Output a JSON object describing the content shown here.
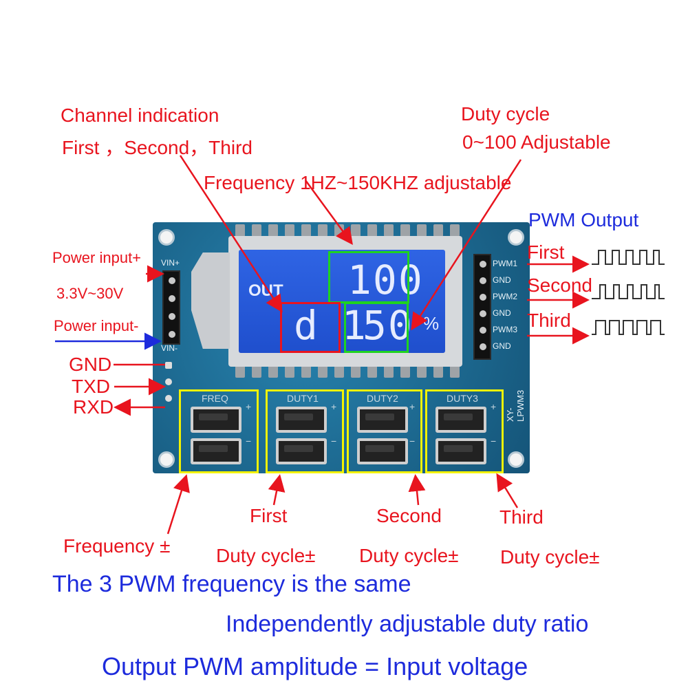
{
  "annotations": {
    "channel_indication_title": "Channel indication",
    "channel_indication_values": "First ，Second，Third",
    "duty_cycle_title": "Duty cycle",
    "duty_cycle_range": "0~100 Adjustable",
    "frequency_range": "Frequency 1HZ~150KHZ  adjustable",
    "pwm_output": "PWM Output",
    "pwm_first": "First",
    "pwm_second": "Second",
    "pwm_third": "Third",
    "power_input_plus": "Power input+",
    "voltage_range": "3.3V~30V",
    "power_input_minus": "Power input-",
    "gnd": "GND",
    "txd": "TXD",
    "rxd": "RXD",
    "first": "First",
    "second": "Second",
    "third": "Third",
    "frequency_pm": "Frequency ±",
    "duty_cycle_pm_1": "Duty cycle±",
    "duty_cycle_pm_2": "Duty cycle±",
    "duty_cycle_pm_3": "Duty cycle±"
  },
  "footer": {
    "line1": "The 3 PWM frequency is the same",
    "line2": "Independently adjustable duty ratio",
    "line3": "Output PWM amplitude = Input voltage"
  },
  "board": {
    "lcd": {
      "out_label": "OUT",
      "frequency_value": "100",
      "channel_value": "d 1",
      "duty_value": "50",
      "percent": "%"
    },
    "silkscreen": {
      "vin_plus": "VIN+",
      "vin_minus": "VIN-",
      "pwm1": "PWM1",
      "gnd1": "GND",
      "pwm2": "PWM2",
      "gnd2": "GND",
      "pwm3": "PWM3",
      "gnd3": "GND",
      "freq": "FREQ",
      "duty1": "DUTY1",
      "duty2": "DUTY2",
      "duty3": "DUTY3",
      "model": "XY-LPWM3",
      "plus": "+",
      "minus": "−"
    }
  },
  "colors": {
    "annotation_red": "#e8141e",
    "annotation_blue": "#1d2bdc",
    "highlight_green": "#1fd31f",
    "highlight_red": "#e8141e",
    "button_box_yellow": "#f3f200",
    "pcb_blue": "#1f6f96",
    "lcd_blue": "#2458d6"
  }
}
